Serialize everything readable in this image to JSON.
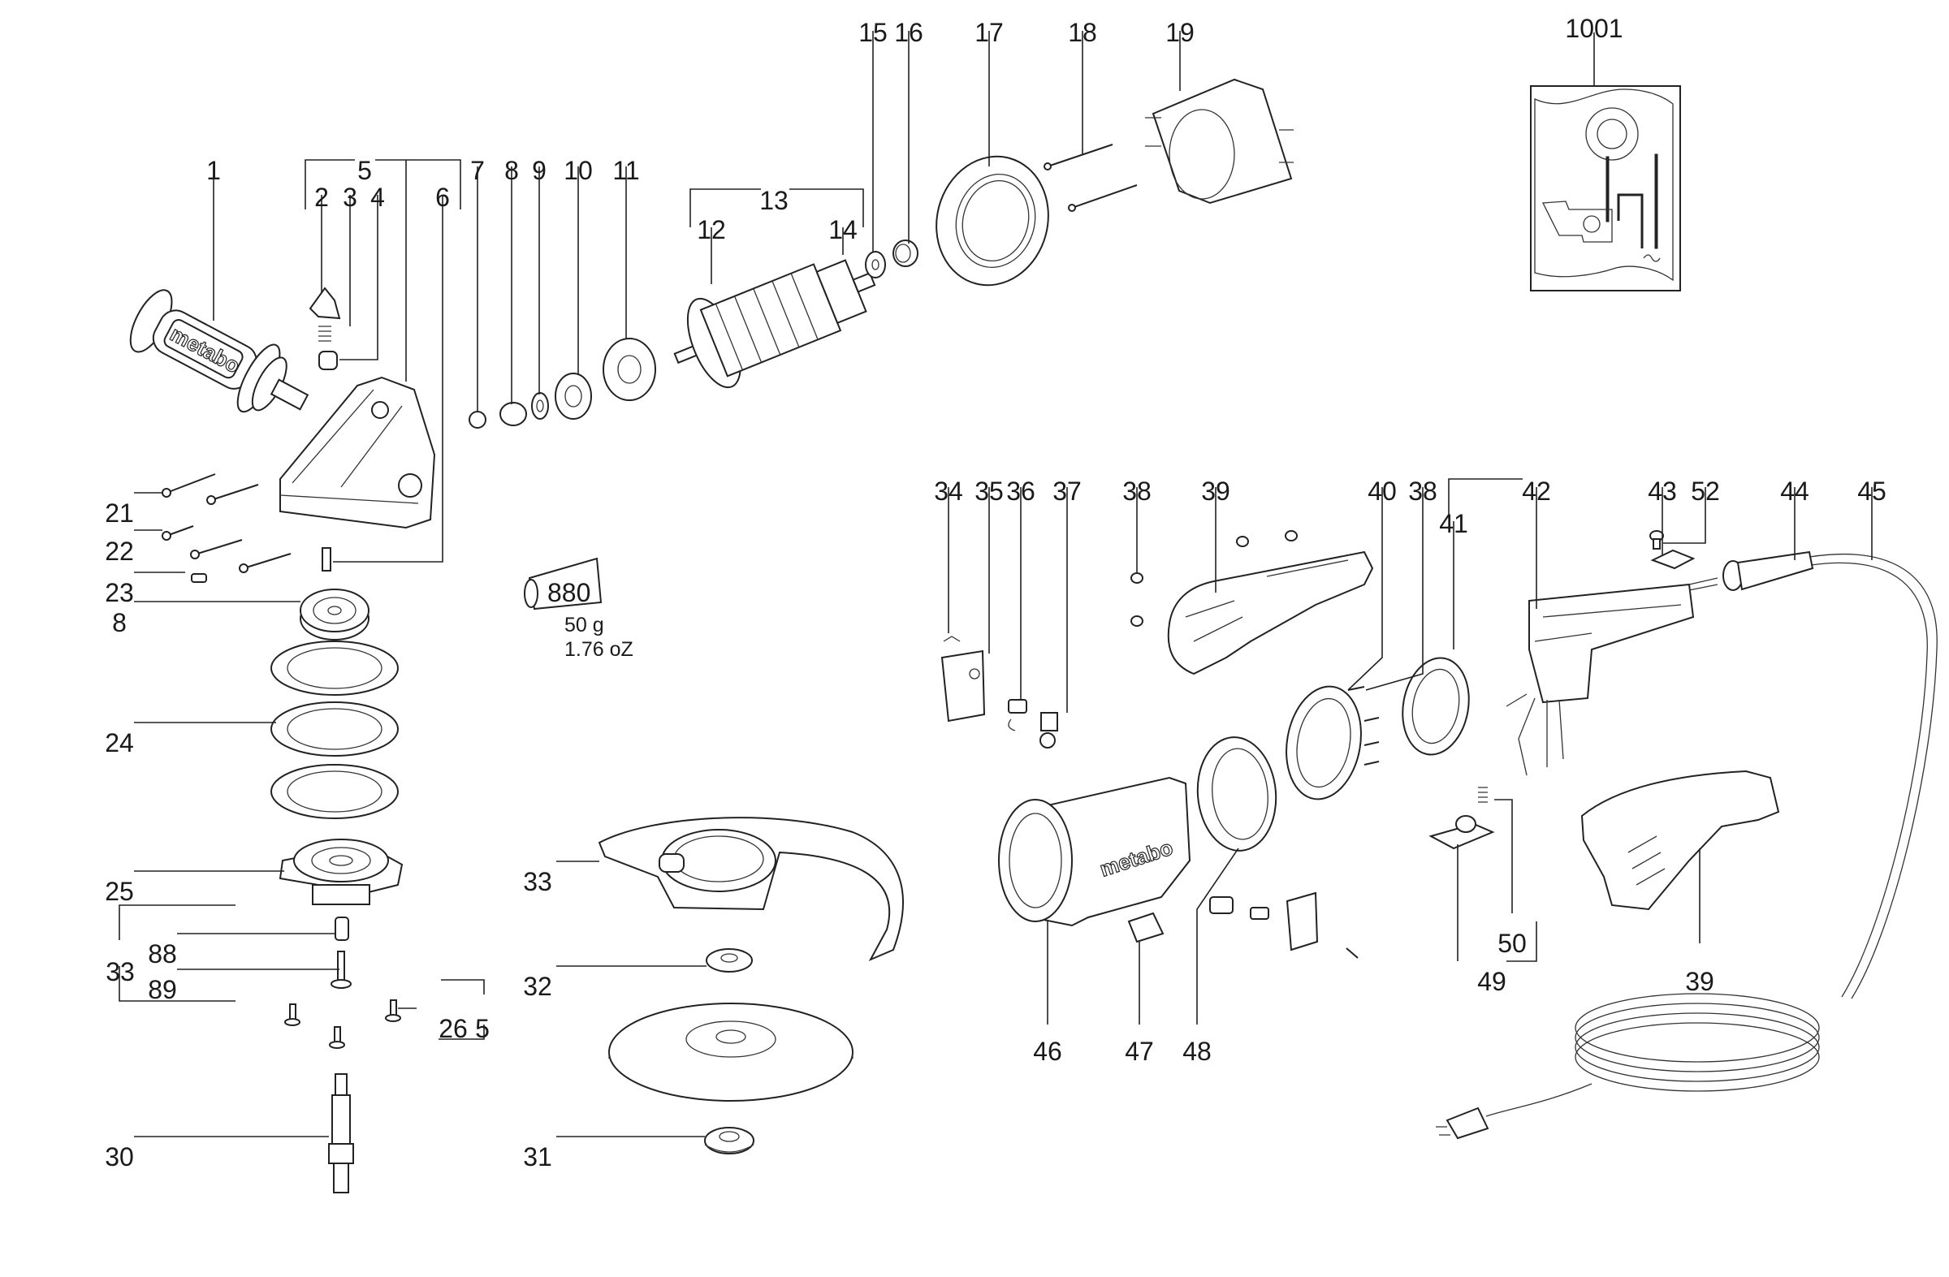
{
  "diagram": {
    "title": "",
    "brand_text": "metabo",
    "grease": {
      "code": "880",
      "weight_metric": "50 g",
      "weight_imperial": "1.76 oZ"
    },
    "labels": [
      {
        "id": "1",
        "text": "1"
      },
      {
        "id": "2",
        "text": "2"
      },
      {
        "id": "3",
        "text": "3"
      },
      {
        "id": "4",
        "text": "4"
      },
      {
        "id": "5",
        "text": "5"
      },
      {
        "id": "6",
        "text": "6"
      },
      {
        "id": "7",
        "text": "7"
      },
      {
        "id": "8a",
        "text": "8"
      },
      {
        "id": "9",
        "text": "9"
      },
      {
        "id": "10",
        "text": "10"
      },
      {
        "id": "11",
        "text": "11"
      },
      {
        "id": "12",
        "text": "12"
      },
      {
        "id": "13",
        "text": "13"
      },
      {
        "id": "14",
        "text": "14"
      },
      {
        "id": "15",
        "text": "15"
      },
      {
        "id": "16",
        "text": "16"
      },
      {
        "id": "17",
        "text": "17"
      },
      {
        "id": "18",
        "text": "18"
      },
      {
        "id": "19",
        "text": "19"
      },
      {
        "id": "1001",
        "text": "1001"
      },
      {
        "id": "21",
        "text": "21"
      },
      {
        "id": "22",
        "text": "22"
      },
      {
        "id": "23",
        "text": "23"
      },
      {
        "id": "8b",
        "text": "8"
      },
      {
        "id": "24",
        "text": "24"
      },
      {
        "id": "25",
        "text": "25"
      },
      {
        "id": "33a",
        "text": "33"
      },
      {
        "id": "88",
        "text": "88"
      },
      {
        "id": "89",
        "text": "89"
      },
      {
        "id": "26",
        "text": "26"
      },
      {
        "id": "5b",
        "text": "5"
      },
      {
        "id": "30",
        "text": "30"
      },
      {
        "id": "33b",
        "text": "33"
      },
      {
        "id": "32",
        "text": "32"
      },
      {
        "id": "31",
        "text": "31"
      },
      {
        "id": "34",
        "text": "34"
      },
      {
        "id": "35",
        "text": "35"
      },
      {
        "id": "36",
        "text": "36"
      },
      {
        "id": "37",
        "text": "37"
      },
      {
        "id": "38a",
        "text": "38"
      },
      {
        "id": "39a",
        "text": "39"
      },
      {
        "id": "40",
        "text": "40"
      },
      {
        "id": "38b",
        "text": "38"
      },
      {
        "id": "41",
        "text": "41"
      },
      {
        "id": "42",
        "text": "42"
      },
      {
        "id": "43",
        "text": "43"
      },
      {
        "id": "52",
        "text": "52"
      },
      {
        "id": "44",
        "text": "44"
      },
      {
        "id": "45",
        "text": "45"
      },
      {
        "id": "46",
        "text": "46"
      },
      {
        "id": "47",
        "text": "47"
      },
      {
        "id": "48",
        "text": "48"
      },
      {
        "id": "50",
        "text": "50"
      },
      {
        "id": "49",
        "text": "49"
      },
      {
        "id": "39b",
        "text": "39"
      }
    ]
  }
}
